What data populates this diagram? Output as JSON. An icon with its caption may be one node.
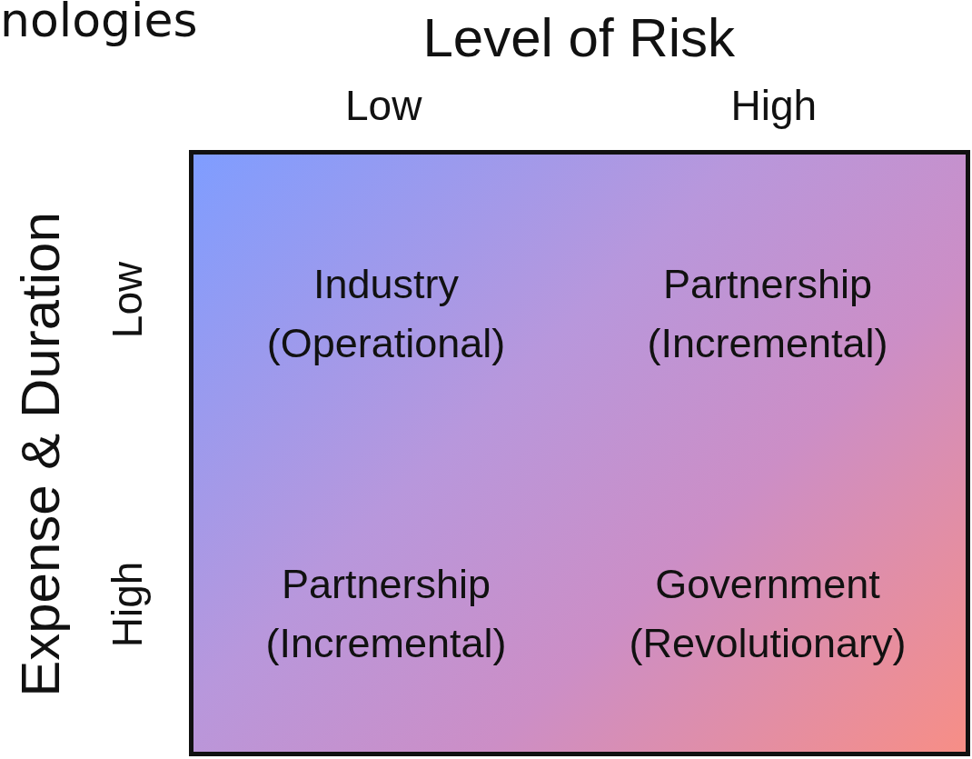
{
  "diagram": {
    "nodes": [
      {
        "text": [],
        "shape": "box"
      },
      {
        "text": [
          "Industry (Operational)"
        ],
        "in": 0
      },
      {
        "text": [
          "Partnership (Incremental)"
        ],
        "in": 0
      },
      {
        "text": [
          "Partnership (Incremental)"
        ],
        "in": 0
      },
      {
        "text": [
          "Government (Revolutionary)"
        ],
        "in": 0
      }
    ],
    "labels": [
      "nologies",
      "Level of Risk",
      "Low",
      "High",
      "Expense & Duration",
      "Low",
      "High"
    ]
  }
}
